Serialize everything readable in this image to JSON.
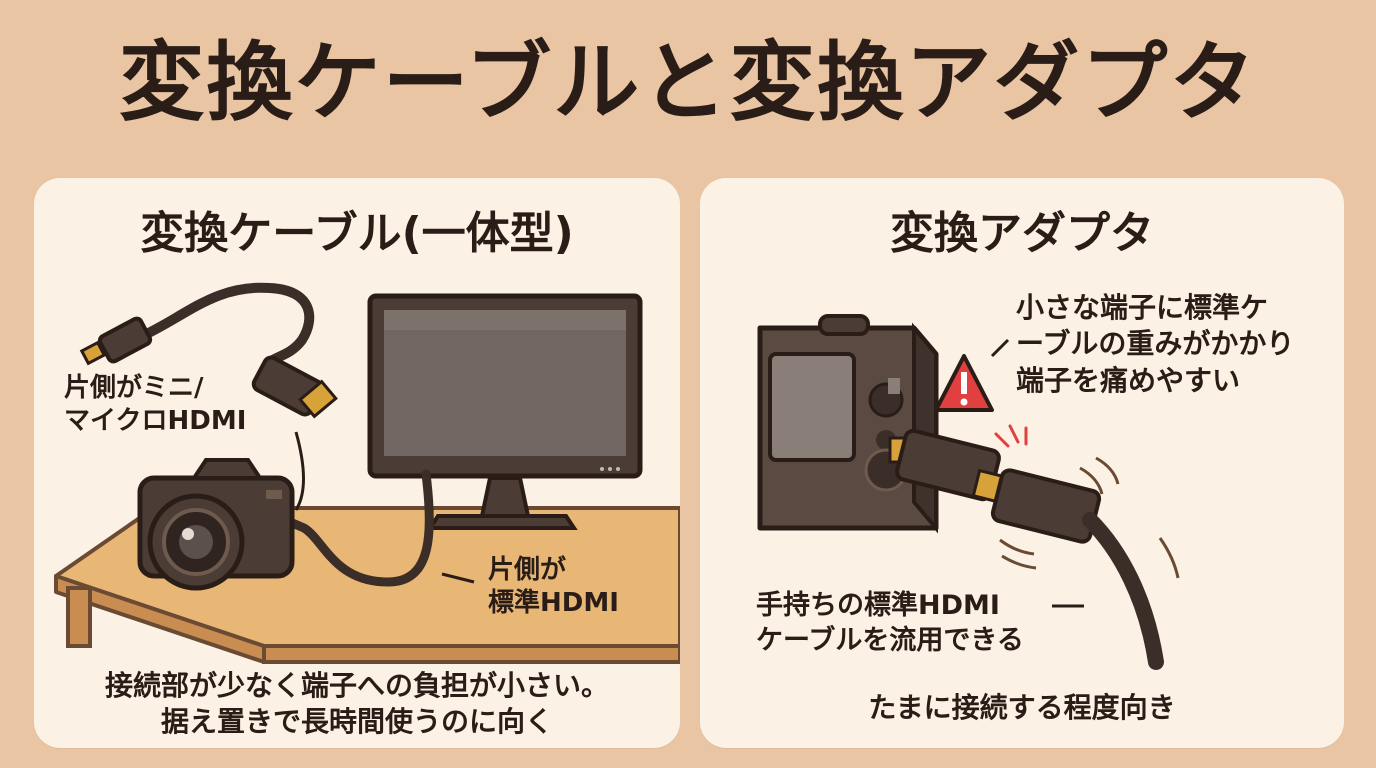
{
  "title": "変換ケーブルと変換アダプタ",
  "left_panel": {
    "title": "変換ケーブル(一体型)",
    "label_mini": [
      "片側がミニ/",
      "マイクロHDMI"
    ],
    "label_standard": [
      "片側が",
      "標準HDMI"
    ],
    "caption": [
      "接続部が少なく端子への負担が小さい。",
      "据え置きで長時間使うのに向く"
    ]
  },
  "right_panel": {
    "title": "変換アダプタ",
    "warning": [
      "小さな端子に標準ケ",
      "ーブルの重みがかかり",
      "端子を痛めやすい"
    ],
    "reuse": [
      "手持ちの標準HDMI",
      "ケーブルを流用できる"
    ],
    "caption": "たまに接続する程度向き"
  }
}
